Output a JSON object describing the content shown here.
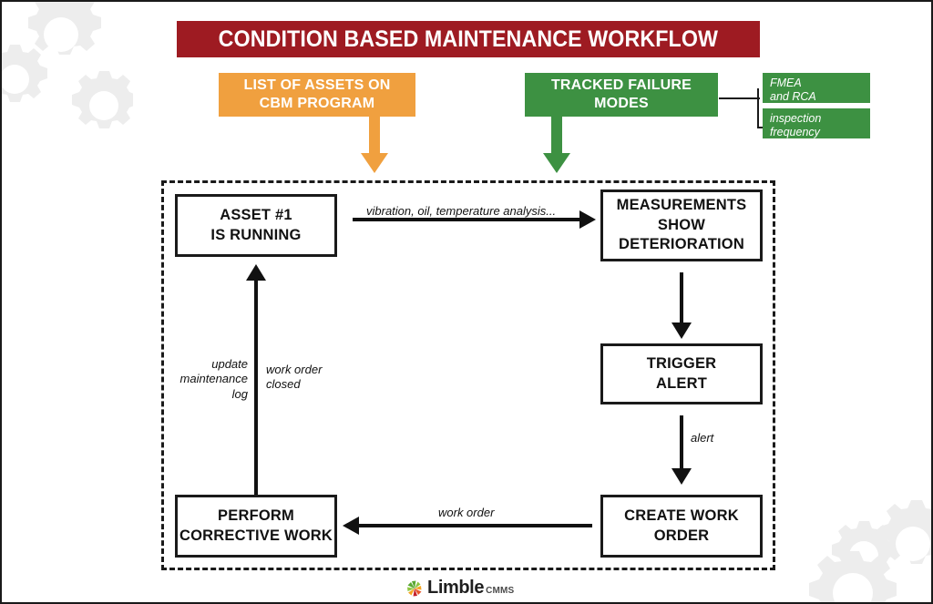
{
  "header": {
    "title": "CONDITION BASED MAINTENANCE WORKFLOW",
    "banner_color": "#9e1b22"
  },
  "inputs": {
    "assets_box": {
      "label": "LIST OF ASSETS ON\nCBM PROGRAM",
      "color": "#f0a03f",
      "arrow_icon": "down-arrow-icon"
    },
    "failure_box": {
      "label": "TRACKED FAILURE\nMODES",
      "color": "#3d9142",
      "arrow_icon": "down-arrow-icon"
    },
    "side_notes": [
      {
        "label": "FMEA\nand RCA",
        "color": "#3d9142"
      },
      {
        "label": "inspection\nfrequency",
        "color": "#3d9142"
      }
    ]
  },
  "process": {
    "container_style": "dashed",
    "nodes": [
      {
        "id": "asset",
        "label": "ASSET #1\nIS RUNNING"
      },
      {
        "id": "measure",
        "label": "MEASUREMENTS\nSHOW\nDETERIORATION"
      },
      {
        "id": "trigger",
        "label": "TRIGGER\nALERT"
      },
      {
        "id": "create_work",
        "label": "CREATE WORK\nORDER"
      },
      {
        "id": "perform",
        "label": "PERFORM\nCORRECTIVE WORK"
      }
    ],
    "edges": [
      {
        "from": "asset",
        "to": "measure",
        "label": "vibration, oil, temperature analysis...",
        "direction": "right"
      },
      {
        "from": "measure",
        "to": "trigger",
        "label": "",
        "direction": "down"
      },
      {
        "from": "trigger",
        "to": "create_work",
        "label": "alert",
        "direction": "down"
      },
      {
        "from": "create_work",
        "to": "perform",
        "label": "work order",
        "direction": "left"
      },
      {
        "from": "perform",
        "to": "asset",
        "label_left": "update\nmaintenance\nlog",
        "label_right": "work order\nclosed",
        "direction": "up"
      }
    ]
  },
  "footer": {
    "logo_name": "Limble",
    "logo_suffix": "CMMS",
    "logo_mark": "limble-pinwheel-icon"
  }
}
